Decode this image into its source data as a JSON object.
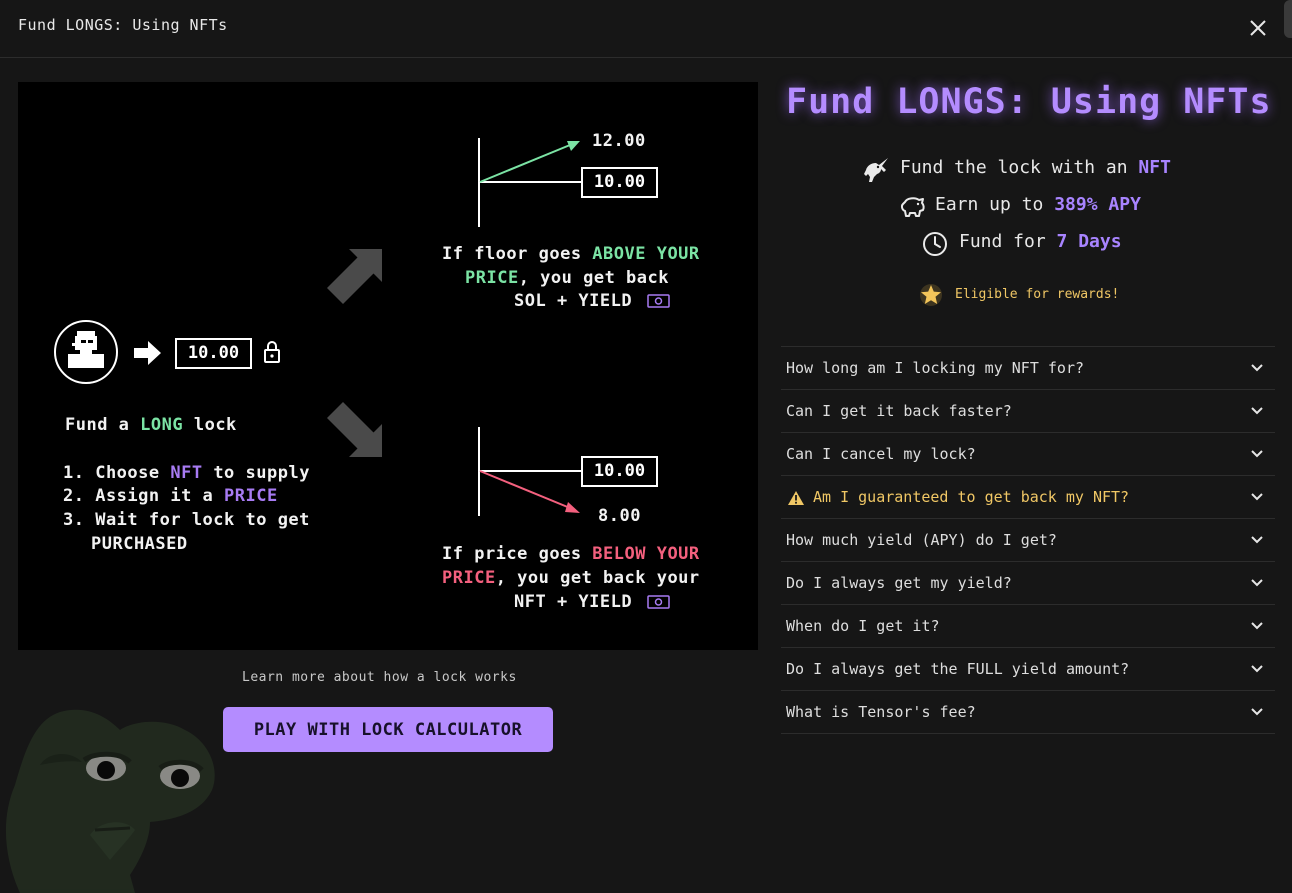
{
  "window": {
    "title": "Fund LONGS: Using NFTs"
  },
  "illustration": {
    "up_value": "12.00",
    "price_value": "10.00",
    "down_value": "8.00",
    "above_line1_a": "If floor goes ",
    "above_line1_b": "ABOVE YOUR",
    "above_line2_a": "PRICE",
    "above_line2_b": ", you get back",
    "above_line3": "SOL + YIELD",
    "below_line1_a": "If price goes ",
    "below_line1_b": "BELOW YOUR",
    "below_line2_a": "PRICE",
    "below_line2_b": ", you get back your",
    "below_line3": "NFT + YIELD",
    "fund_a": "Fund a ",
    "fund_b": "LONG",
    "fund_c": " lock",
    "step1_a": "1. Choose ",
    "step1_b": "NFT",
    "step1_c": " to supply",
    "step2_a": "2. Assign it a ",
    "step2_b": "PRICE",
    "step3": "3. Wait for lock to get",
    "step3_b": "PURCHASED"
  },
  "panel": {
    "heading": "Fund LONGS: Using NFTs",
    "features": [
      {
        "icon": "unicorn-icon",
        "text": "Fund the lock with an ",
        "highlight": "NFT"
      },
      {
        "icon": "piggy-bank-icon",
        "text": "Earn up to ",
        "highlight": "389% APY"
      },
      {
        "icon": "clock-icon",
        "text": "Fund for ",
        "highlight": "7 Days"
      }
    ],
    "rewards": "Eligible for rewards!"
  },
  "faq": [
    "How long am I locking my NFT for?",
    "Can I get it back faster?",
    "Can I cancel my lock?",
    "Am I guaranteed to get back my NFT?",
    "How much yield (APY) do I get?",
    "Do I always get my yield?",
    "When do I get it?",
    "Do I always get the FULL yield amount?",
    "What is Tensor's fee?"
  ],
  "learn_more": "Learn more about how a lock works",
  "calculator_button": "PLAY WITH LOCK CALCULATOR",
  "colors": {
    "accent": "#b48cff",
    "green": "#7be3a4",
    "pink": "#f4607e",
    "warning": "#f0c765"
  }
}
